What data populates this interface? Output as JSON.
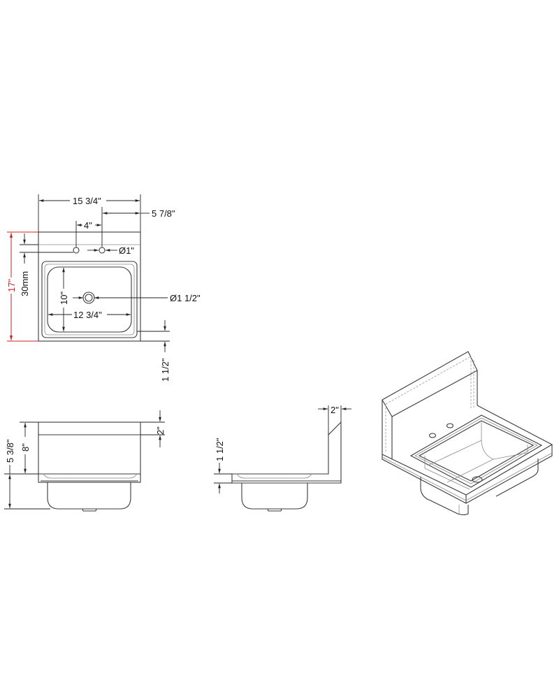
{
  "drawing": {
    "top_view": {
      "overall_width": "15 3/4\"",
      "faucet_offset_right": "5 7/8\"",
      "faucet_spacing": "4\"",
      "faucet_hole_diameter": "Ø1\"",
      "overall_depth": "17\"",
      "backsplash_hole_offset": "30mm",
      "bowl_depth_front_back": "10\"",
      "bowl_width": "12 3/4\"",
      "drain_diameter": "Ø1 1/2\"",
      "front_lip": "1 1/2\""
    },
    "front_view": {
      "backsplash_top": "2\"",
      "backsplash_height": "8\"",
      "bowl_depth": "5 3/8\""
    },
    "side_view": {
      "deck_thickness": "1 1/2\"",
      "backsplash_thickness": "2\""
    },
    "colors": {
      "line": "#3a3a3a",
      "accent_red": "#d42020"
    }
  }
}
